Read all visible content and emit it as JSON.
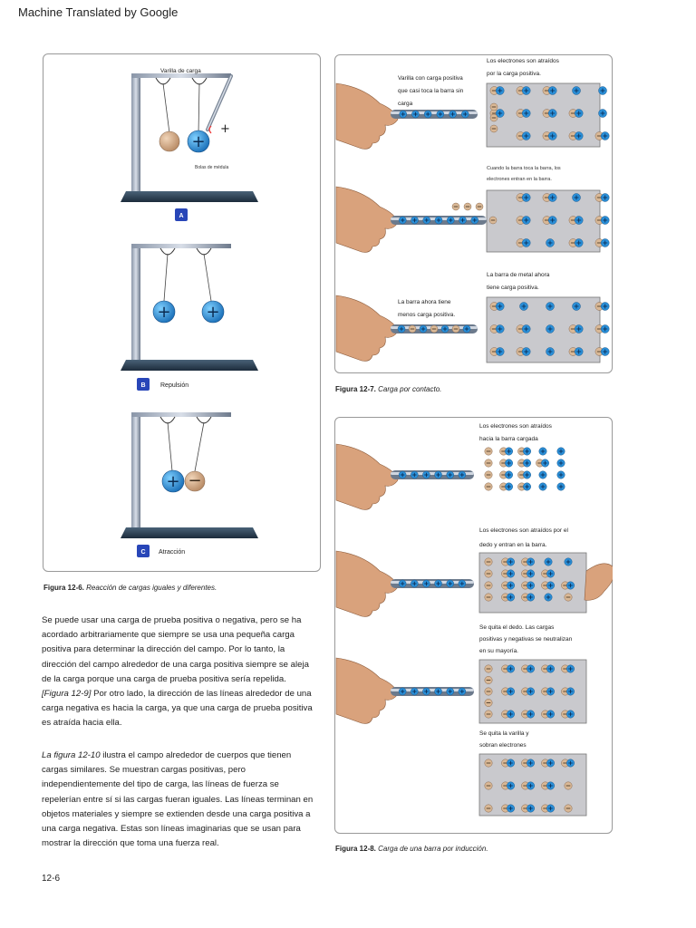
{
  "banner": "Machine Translated by Google",
  "fig6": {
    "panel_a": {
      "rod_label": "Varilla de carga",
      "balls_label": "Bolas de médula",
      "badge": "A"
    },
    "panel_b": {
      "badge": "B",
      "label": "Repulsión"
    },
    "panel_c": {
      "badge": "C",
      "label": "Atracción"
    },
    "caption_num": "Figura 12-6.",
    "caption_text": "Reacción de cargas iguales y diferentes."
  },
  "fig7": {
    "s1_label_right": [
      "Los electrones son atraídos",
      "por la carga positiva."
    ],
    "s1_label_left": [
      "Varilla con carga positiva",
      "que casi toca la barra sin",
      "carga"
    ],
    "s2_label": [
      "Cuando la barra toca la barra, los",
      "electrones entran en la barra."
    ],
    "s3_label_right": [
      "La barra de metal ahora",
      "tiene carga positiva."
    ],
    "s3_label_left": [
      "La barra ahora tiene",
      "menos carga positiva."
    ],
    "caption_num": "Figura 12-7.",
    "caption_text": "Carga por contacto."
  },
  "fig8": {
    "s1_label": [
      "Los electrones son atraídos",
      "hacia la barra cargada"
    ],
    "s2_label": [
      "Los electrones son atraídos por el",
      "dedo y entran en la barra."
    ],
    "s3_label": [
      "Se quita el dedo. Las cargas",
      "positivas y negativas se neutralizan",
      "en su mayoría."
    ],
    "s4_label": [
      "Se quita la varilla y",
      "sobran electrones"
    ],
    "caption_num": "Figura 12-8.",
    "caption_text": "Carga de una barra por inducción."
  },
  "para1": {
    "text1": "Se puede usar una carga de prueba positiva o negativa, pero se ha acordado arbitrariamente que siempre se usa una pequeña carga positiva para determinar la dirección del campo. Por lo tanto, la dirección del campo alrededor de una carga positiva siempre se aleja de la carga porque una carga de prueba positiva sería repelida.",
    "ref": "[Figura 12-9]",
    "text2": " Por otro lado, la dirección de las líneas alrededor de una carga negativa es hacia la carga, ya que una carga de prueba positiva es atraída hacia ella."
  },
  "para2": {
    "ref": "La figura 12-10",
    "text": " ilustra el campo alrededor de cuerpos que tienen cargas similares. Se muestran cargas positivas, pero independientemente del tipo de carga, las líneas de fuerza se repelerían entre sí si las cargas fueran iguales. Las líneas terminan en objetos materiales y siempre se extienden desde una carga positiva a una carga negativa. Estas son líneas imaginarias que se usan para mostrar la dirección que toma una fuerza real."
  },
  "page_number": "12-6",
  "symbols": {
    "plus": "+",
    "minus": "−"
  },
  "colors": {
    "charge_blue": "#2a8fd8",
    "pith_tan": "#d8b08c",
    "box_gray": "#c9c9cd",
    "hand": "#d9a27c"
  }
}
